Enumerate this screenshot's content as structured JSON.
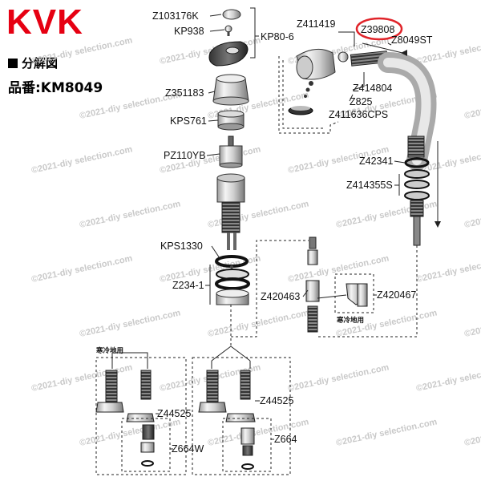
{
  "header": {
    "brand": "KVK",
    "section_title": "分解図",
    "model_line": "品番:KM8049"
  },
  "colors": {
    "brand_red": "#e60012",
    "highlight_circle": "#e0242a",
    "line": "#222222",
    "watermark": "#c9c9c9"
  },
  "watermark_text": "©2021-diy selection.com",
  "parts_left": [
    {
      "id": "z103176k",
      "code": "Z103176K"
    },
    {
      "id": "kp938",
      "code": "KP938"
    },
    {
      "id": "kp80-6",
      "code": "KP80-6"
    },
    {
      "id": "z351183",
      "code": "Z351183"
    },
    {
      "id": "kps761",
      "code": "KPS761"
    },
    {
      "id": "pz110yb",
      "code": "PZ110YB"
    },
    {
      "id": "kps1330",
      "code": "KPS1330"
    },
    {
      "id": "z234-1",
      "code": "Z234-1"
    }
  ],
  "parts_right": [
    {
      "id": "z411419",
      "code": "Z411419"
    },
    {
      "id": "z39808",
      "code": "Z39808",
      "highlighted": true
    },
    {
      "id": "z8049st",
      "code": "Z8049ST"
    },
    {
      "id": "z414804",
      "code": "Z414804"
    },
    {
      "id": "z825",
      "code": "Z825"
    },
    {
      "id": "z411636cps",
      "code": "Z411636CPS"
    },
    {
      "id": "z42341",
      "code": "Z42341"
    },
    {
      "id": "z414355s",
      "code": "Z414355S"
    }
  ],
  "parts_middle": [
    {
      "id": "z420463",
      "code": "Z420463"
    },
    {
      "id": "z420467",
      "code": "Z420467"
    }
  ],
  "parts_bottom": [
    {
      "id": "z44525-left",
      "code": "Z44525"
    },
    {
      "id": "z664w",
      "code": "Z664W"
    },
    {
      "id": "z44525-right",
      "code": "Z44525"
    },
    {
      "id": "z664",
      "code": "Z664"
    }
  ],
  "notes": {
    "cold_region_left": "寒冷地用",
    "cold_region_middle": "寒冷地用"
  }
}
